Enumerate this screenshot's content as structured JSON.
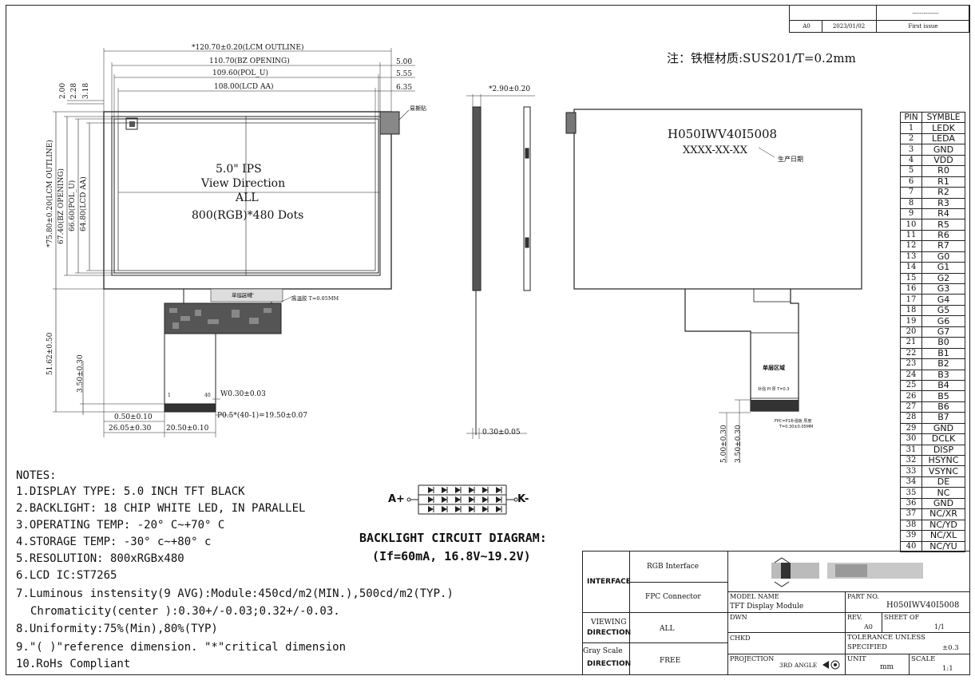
{
  "note_cn": "注：铁框材质:SUS201/T=0.2mm",
  "revision": {
    "rev": "A0",
    "date": "2023/01/02",
    "desc": "First issue",
    "header": "--------------"
  },
  "front_view": {
    "dim_lcm_w": "*120.70±0.20(LCM OUTLINE)",
    "dim_bz_w": "110.70(BZ OPENING)",
    "dim_pol_w": "109.60(POL_U)",
    "dim_aa_w": "108.00(LCD AA)",
    "dim_r1": "5.00",
    "dim_r2": "5.55",
    "dim_r3": "6.35",
    "dim_t1": "2.00",
    "dim_t2": "2.28",
    "dim_t3": "3.18",
    "dim_lcm_h": "*75.80±0.20(LCM OUTLINE)",
    "dim_bz_h": "67.40(BZ OPENING)",
    "dim_pol_h": "66.60(POL_U)",
    "dim_aa_h": "64.80(LCD AA)",
    "dim_fpc_len": "51.62±0.50",
    "dim_stiff": "3.50±0.30",
    "dim_pitch_w": "W0.30±0.03",
    "dim_p": "P0.5*(40-1)=19.50±0.07",
    "dim_off": "0.50±0.10",
    "dim_left": "26.05±0.30",
    "dim_fpc_w": "20.50±0.10",
    "pull_tab": "易撕贴",
    "single_layer": "单层区域",
    "tape": "高温胶 T=0.05MM",
    "screen_l1": "5.0\" IPS",
    "screen_l2": "View Direction",
    "screen_l3": "ALL",
    "screen_l4": "800(RGB)*480 Dots",
    "pin1": "1",
    "pin40": "40"
  },
  "side_view": {
    "thickness": "*2.90±0.20",
    "fpc_t": "0.30±0.05"
  },
  "back_view": {
    "model": "H050IWV40I5008",
    "date_code": "XXXX-XX-XX",
    "date_label": "生产日期",
    "single_layer": "单层区域",
    "stiffener_label": "补强 PI 厚 T=0.3",
    "fpc_note1": "FPC=P1补强板 厚度",
    "fpc_note2": "T=0.30±0.05MM",
    "dim_a": "5.00±0.30",
    "dim_b": "3.50±0.30"
  },
  "pin_table": {
    "header": [
      "PIN",
      "SYMBLE"
    ],
    "pins": [
      "LEDK",
      "LEDA",
      "GND",
      "VDD",
      "R0",
      "R1",
      "R2",
      "R3",
      "R4",
      "R5",
      "R6",
      "R7",
      "G0",
      "G1",
      "G2",
      "G3",
      "G4",
      "G5",
      "G6",
      "G7",
      "B0",
      "B1",
      "B2",
      "B3",
      "B4",
      "B5",
      "B6",
      "B7",
      "GND",
      "DCLK",
      "DISP",
      "HSYNC",
      "VSYNC",
      "DE",
      "NC",
      "GND",
      "NC/XR",
      "NC/YD",
      "NC/XL",
      "NC/YU"
    ]
  },
  "notes": {
    "title": "NOTES:",
    "items": [
      "1.DISPLAY TYPE: 5.0 INCH TFT BLACK",
      "2.BACKLIGHT: 18 CHIP WHITE LED, IN PARALLEL",
      "3.OPERATING TEMP: -20° C~+70° C",
      "4.STORAGE TEMP: -30° c~+80° c",
      "5.RESOLUTION: 800xRGBx480",
      "6.LCD IC:ST7265",
      "7.Luminous instensity(9 AVG):Module:450cd/m2(MIN.),500cd/m2(TYP.)",
      "Chromaticity(center ):0.30+/-0.03;0.32+/-0.03.",
      "8.Uniformity:75%(Min),80%(TYP)",
      "9.\"( )\"reference dimension. \"*\"critical dimension",
      "10.RoHs Compliant"
    ]
  },
  "backlight": {
    "a_plus": "A+",
    "k_minus": "K-",
    "title": "BACKLIGHT CIRCUIT DIAGRAM:",
    "spec": "(If=60mA,  16.8V~19.2V)"
  },
  "title_block": {
    "interface": "INTERFACE",
    "rgb": "RGB Interface",
    "fpc": "FPC Connector",
    "viewing1": "VIEWING",
    "viewing2": "DIRECTION",
    "viewing_val": "ALL",
    "gray1": "Gray Scale",
    "gray2": "DIRECTION",
    "gray_val": "FREE",
    "model_name_lbl": "MODEL NAME",
    "model_name_val": "TFT Display Module",
    "part_no_lbl": "PART NO.",
    "part_no_val": "H050IWV40I5008",
    "dwn": "DWN",
    "rev_lbl": "REV.",
    "rev_val": "A0",
    "sheet_lbl": "SHEET  OF",
    "sheet_val": "1/1",
    "chkd": "CHKD",
    "tol1": "TOLERANCE UNLESS",
    "tol2": "SPECIFIED",
    "tol_val": "±0.3",
    "projection": "PROJECTION",
    "angle": "3RD ANGLE",
    "unit_lbl": "UNIT",
    "unit_val": "mm",
    "scale_lbl": "SCALE",
    "scale_val": "1:1"
  }
}
